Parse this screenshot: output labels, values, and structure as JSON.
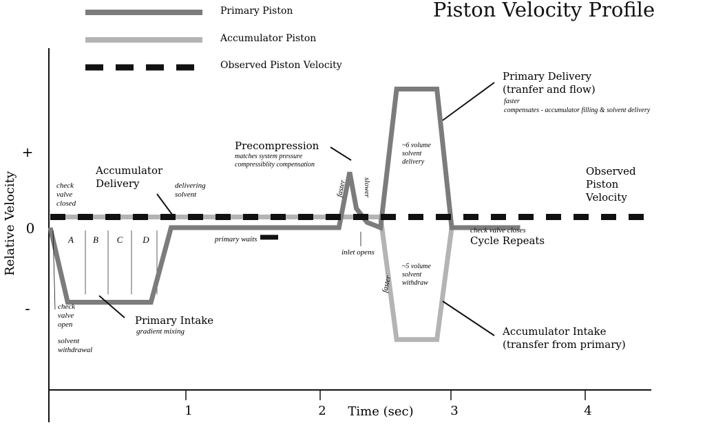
{
  "chart_data": {
    "type": "line",
    "title": "Piston Velocity Profile",
    "xlabel": "Time (sec)",
    "ylabel": "Relative Velocity",
    "x_ticks": [
      "1",
      "2",
      "3",
      "4"
    ],
    "y_ticks": [
      "+",
      "0",
      "-"
    ],
    "xlim": [
      0,
      4.5
    ],
    "ylim": [
      -1.2,
      1.2
    ],
    "legend": {
      "placement": "top-left",
      "entries": [
        {
          "name": "Primary Piston",
          "color": "#7c7c7c",
          "style": "solid"
        },
        {
          "name": "Accumulator Piston",
          "color": "#b4b4b4",
          "style": "solid"
        },
        {
          "name": "Observed Piston Velocity",
          "color": "#111111",
          "style": "dashed"
        }
      ]
    },
    "series": [
      {
        "name": "Primary Piston",
        "x": [
          0,
          0.13,
          0.75,
          0.9,
          2.15,
          2.23,
          2.28,
          2.36,
          2.46,
          2.58,
          2.88,
          2.99,
          3.5
        ],
        "y": [
          0,
          -0.7,
          -0.7,
          0,
          0,
          0.52,
          0.18,
          0.05,
          0,
          1.3,
          1.3,
          0,
          0
        ]
      },
      {
        "name": "Accumulator Piston",
        "x": [
          0,
          0.94,
          2.46,
          2.58,
          2.88,
          2.99,
          3.5
        ],
        "y": [
          0.1,
          0.1,
          0.1,
          -1.05,
          -1.05,
          0,
          0
        ]
      },
      {
        "name": "Observed Piston Velocity",
        "x": [
          0,
          4.5
        ],
        "y": [
          0.1,
          0.1
        ]
      }
    ],
    "phase_labels": [
      "A",
      "B",
      "C",
      "D"
    ],
    "annotations": {
      "check_valve_closed": [
        "check",
        "valve",
        "closed"
      ],
      "accumulator_delivery": [
        "Accumulator",
        "Delivery"
      ],
      "delivering_solvent": [
        "delivering",
        "solvent"
      ],
      "check_valve_open": [
        "check",
        "valve",
        "open"
      ],
      "solvent_withdrawal": [
        "solvent",
        "withdrawal"
      ],
      "primary_intake": "Primary Intake",
      "gradient_mixing": "gradient mixing",
      "primary_waits": "primary waits",
      "precompression": "Precompression",
      "precompression_sub": [
        "matches system pressure",
        "compressiblity compensation"
      ],
      "faster_left": "faster",
      "slower": "slower",
      "inlet_opens": "inlet opens",
      "primary_delivery": [
        "Primary Delivery",
        "(tranfer and flow)"
      ],
      "primary_delivery_sub": [
        "faster",
        "compensates -  accumulator filling & solvent delivery"
      ],
      "six_volume": [
        "~6 volume",
        "solvent",
        "delivery"
      ],
      "five_volume": [
        "~5 volume",
        "solvent",
        "withdraw"
      ],
      "faster_bottom": "faster",
      "observed_label": [
        "Observed",
        "Piston",
        "Velocity"
      ],
      "check_valve_closes": "check valve closes",
      "cycle_repeats": "Cycle Repeats",
      "accumulator_intake": [
        "Accumulator Intake",
        "(transfer from primary)"
      ]
    }
  }
}
